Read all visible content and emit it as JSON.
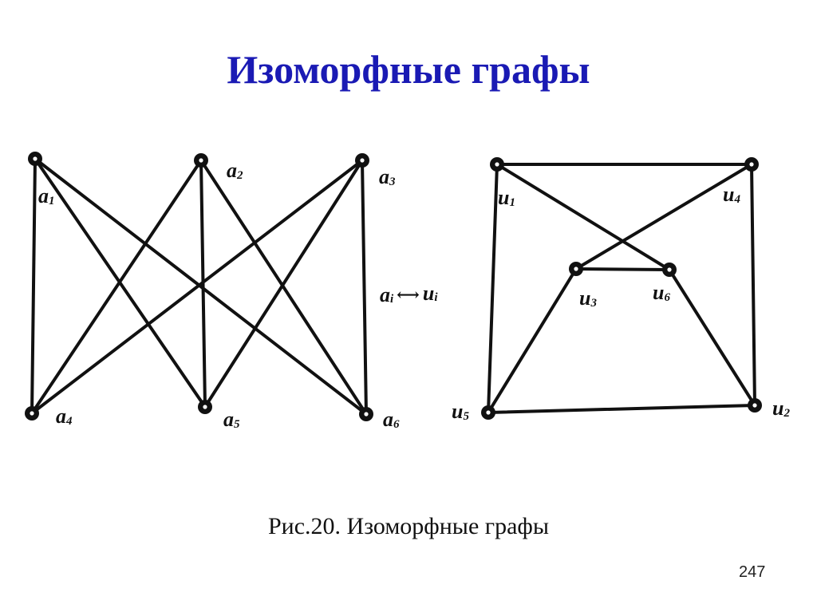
{
  "title": "Изоморфные графы",
  "caption": "Рис.20. Изоморфные графы",
  "page_number": "247",
  "mapping": {
    "left": "a",
    "right": "u",
    "sub": "i",
    "arrow": "⟷"
  },
  "colors": {
    "title": "#1a1ab4",
    "line": "#111111"
  },
  "graph_left": {
    "vertices": [
      {
        "id": "a1",
        "letter": "a",
        "sub": "1"
      },
      {
        "id": "a2",
        "letter": "a",
        "sub": "2"
      },
      {
        "id": "a3",
        "letter": "a",
        "sub": "3"
      },
      {
        "id": "a4",
        "letter": "a",
        "sub": "4"
      },
      {
        "id": "a5",
        "letter": "a",
        "sub": "5"
      },
      {
        "id": "a6",
        "letter": "a",
        "sub": "6"
      }
    ],
    "edges": [
      [
        "a1",
        "a4"
      ],
      [
        "a1",
        "a5"
      ],
      [
        "a1",
        "a6"
      ],
      [
        "a2",
        "a4"
      ],
      [
        "a2",
        "a5"
      ],
      [
        "a2",
        "a6"
      ],
      [
        "a3",
        "a4"
      ],
      [
        "a3",
        "a5"
      ],
      [
        "a3",
        "a6"
      ]
    ]
  },
  "graph_right": {
    "vertices": [
      {
        "id": "u1",
        "letter": "u",
        "sub": "1"
      },
      {
        "id": "u2",
        "letter": "u",
        "sub": "2"
      },
      {
        "id": "u3",
        "letter": "u",
        "sub": "3"
      },
      {
        "id": "u4",
        "letter": "u",
        "sub": "4"
      },
      {
        "id": "u5",
        "letter": "u",
        "sub": "5"
      },
      {
        "id": "u6",
        "letter": "u",
        "sub": "6"
      }
    ],
    "edges": [
      [
        "u1",
        "u4"
      ],
      [
        "u1",
        "u5"
      ],
      [
        "u1",
        "u6"
      ],
      [
        "u4",
        "u2"
      ],
      [
        "u4",
        "u3"
      ],
      [
        "u3",
        "u6"
      ],
      [
        "u3",
        "u5"
      ],
      [
        "u6",
        "u2"
      ],
      [
        "u5",
        "u2"
      ]
    ]
  }
}
